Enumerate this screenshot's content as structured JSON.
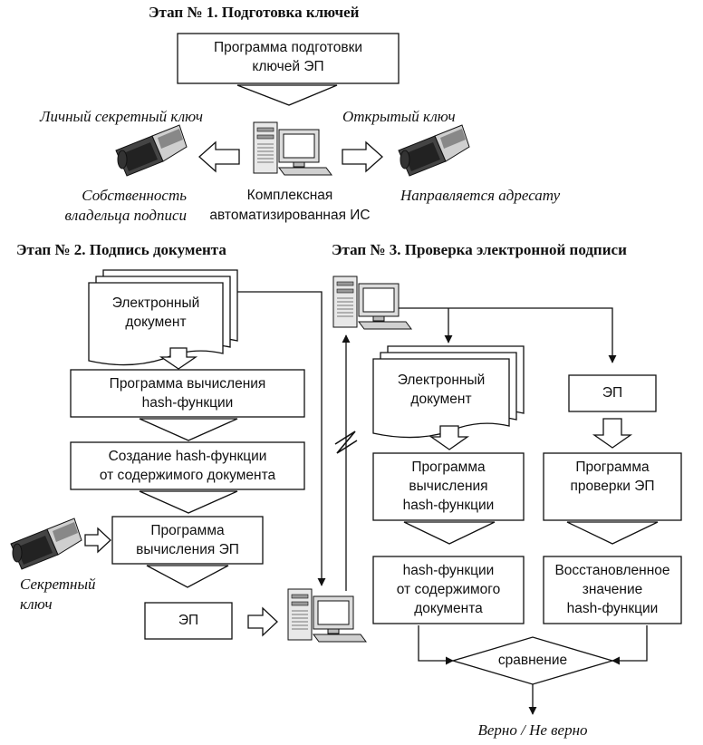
{
  "stage1": {
    "title": "Этап № 1. Подготовка ключей",
    "program_box": [
      "Программа подготовки",
      "ключей ЭП"
    ],
    "private_key_label": "Личный секретный ключ",
    "public_key_label": "Открытый ключ",
    "owner_caption": [
      "Собственность",
      "владельца подписи"
    ],
    "system_caption": [
      "Комплексная",
      "автоматизированная ИС"
    ],
    "recipient_caption": "Направляется адресату"
  },
  "stage2": {
    "title": "Этап № 2. Подпись документа",
    "document": [
      "Электронный",
      "документ"
    ],
    "hash_program": [
      "Программа вычисления",
      "hash-функции"
    ],
    "hash_create": [
      "Создание hash-функции",
      "от содержимого документа"
    ],
    "sign_program": [
      "Программа",
      "вычисления ЭП"
    ],
    "secret_key": [
      "Секретный",
      "ключ"
    ],
    "signature": "ЭП"
  },
  "stage3": {
    "title": "Этап № 3. Проверка электронной подписи",
    "document": [
      "Электронный",
      "документ"
    ],
    "signature": "ЭП",
    "hash_program": [
      "Программа",
      "вычисления",
      "hash-функции"
    ],
    "verify_program": [
      "Программа",
      "проверки ЭП"
    ],
    "hash_result": [
      "hash-функции",
      "от содержимого",
      "документа"
    ],
    "restored_hash": [
      "Восстановленное",
      "значение",
      "hash-функции"
    ],
    "compare": "сравнение",
    "result": "Верно / Не верно"
  }
}
